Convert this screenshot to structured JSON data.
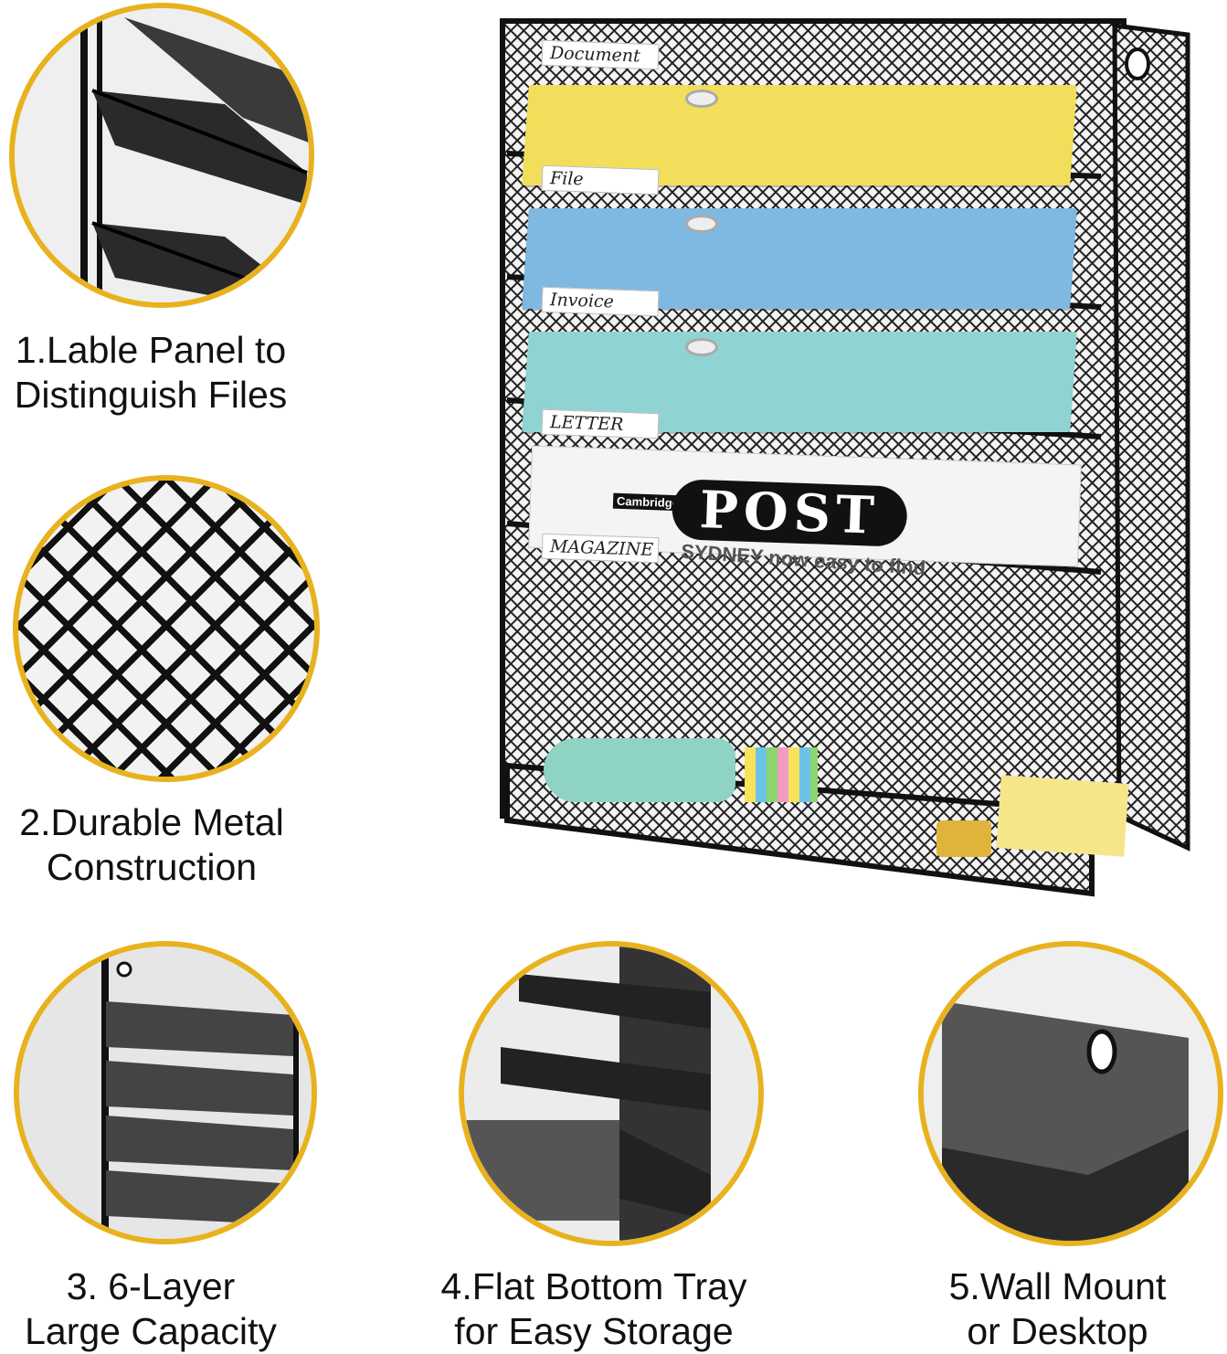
{
  "features": [
    {
      "id": "label-panel",
      "caption": "1.Lable Panel to\nDistinguish Files",
      "icon": "label-panel-closeup"
    },
    {
      "id": "durable-metal",
      "caption": "2.Durable Metal\nConstruction",
      "icon": "mesh-closeup"
    },
    {
      "id": "six-layer",
      "caption": "3. 6-Layer\nLarge Capacity",
      "icon": "layers-closeup"
    },
    {
      "id": "flat-bottom",
      "caption": "4.Flat Bottom Tray\nfor Easy Storage",
      "icon": "tray-closeup"
    },
    {
      "id": "wall-mount",
      "caption": "5.Wall Mount\nor Desktop",
      "icon": "wall-mount-closeup"
    }
  ],
  "organizer": {
    "labels": [
      "Document",
      "File",
      "Invoice",
      "LETTER",
      "MAGAZINE"
    ],
    "magazine_title": "POST",
    "magazine_brand": "Cambridge",
    "magazine_headline": "SYDNEY now easy to find"
  },
  "colors": {
    "accent_ring": "#E8B21F",
    "folder_yellow": "#F2DE5A",
    "folder_blue": "#7FB8E0",
    "folder_teal": "#8FD3D2",
    "metal": "#111111"
  }
}
